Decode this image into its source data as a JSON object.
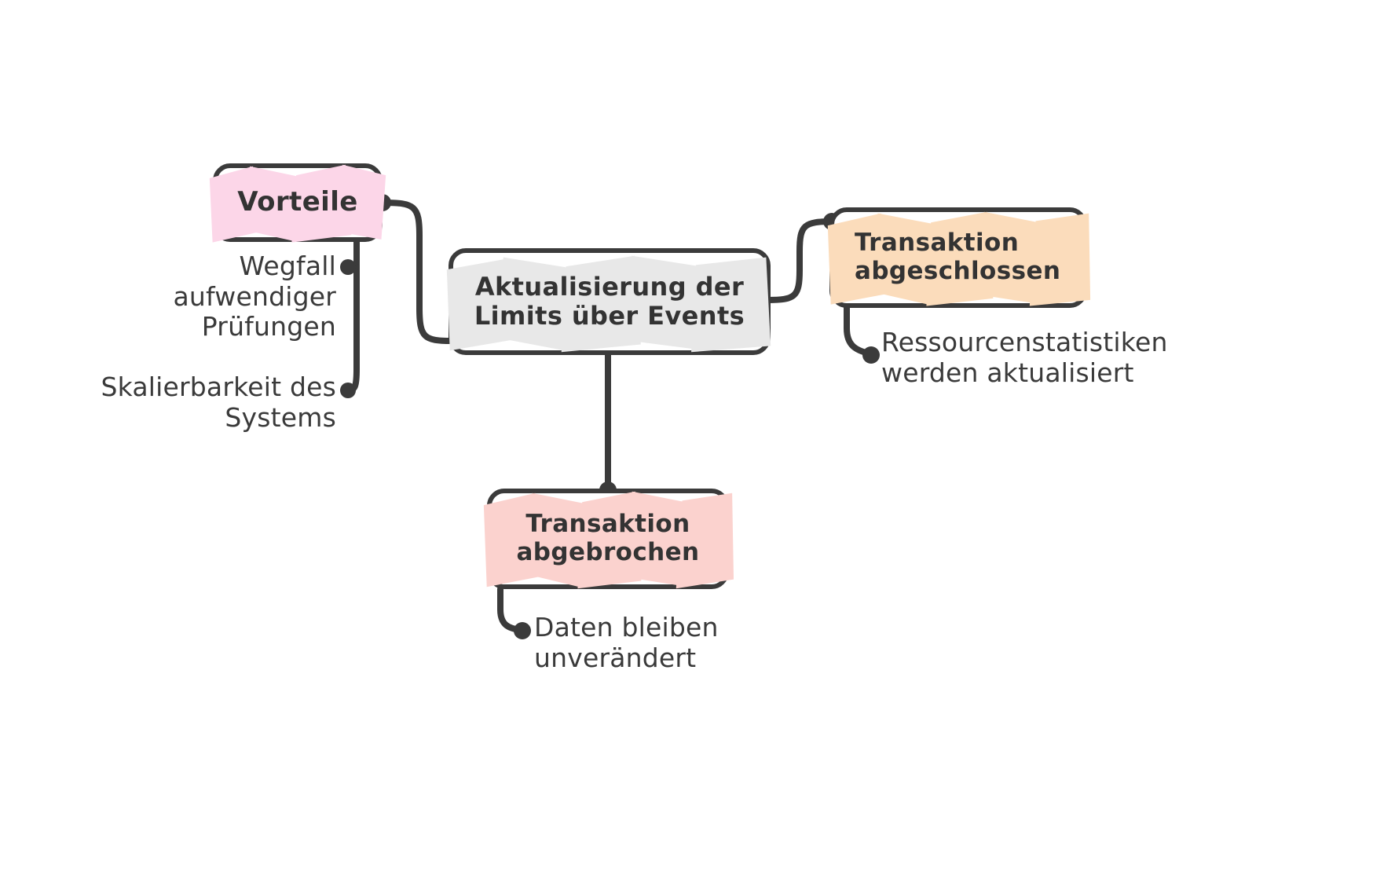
{
  "diagram": {
    "type": "mind-map",
    "language": "de",
    "background": "#ffffff",
    "stroke_color": "#3b3b3b",
    "text_color": "#333333",
    "central_node": {
      "id": "aktualisierung",
      "label": "Aktualisierung der\nLimits über Events",
      "highlight_color": "#e8e8e8",
      "fill": "#ffffff"
    },
    "branches": [
      {
        "id": "vorteile",
        "label": "Vorteile",
        "highlight_color": "#fcd6e8",
        "side": "left",
        "children": [
          {
            "id": "wegfall",
            "label": "Wegfall\naufwendiger\nPrüfungen"
          },
          {
            "id": "skalierbarkeit",
            "label": "Skalierbarkeit des\nSystems"
          }
        ]
      },
      {
        "id": "abgeschlossen",
        "label": "Transaktion\nabgeschlossen",
        "highlight_color": "#fbdcbb",
        "side": "right",
        "children": [
          {
            "id": "ressourcen",
            "label": "Ressourcenstatistiken\nwerden aktualisiert"
          }
        ]
      },
      {
        "id": "abgebrochen",
        "label": "Transaktion\nabgebrochen",
        "highlight_color": "#fbd2ce",
        "side": "bottom",
        "children": [
          {
            "id": "daten",
            "label": "Daten bleiben\nunverändert"
          }
        ]
      }
    ]
  }
}
